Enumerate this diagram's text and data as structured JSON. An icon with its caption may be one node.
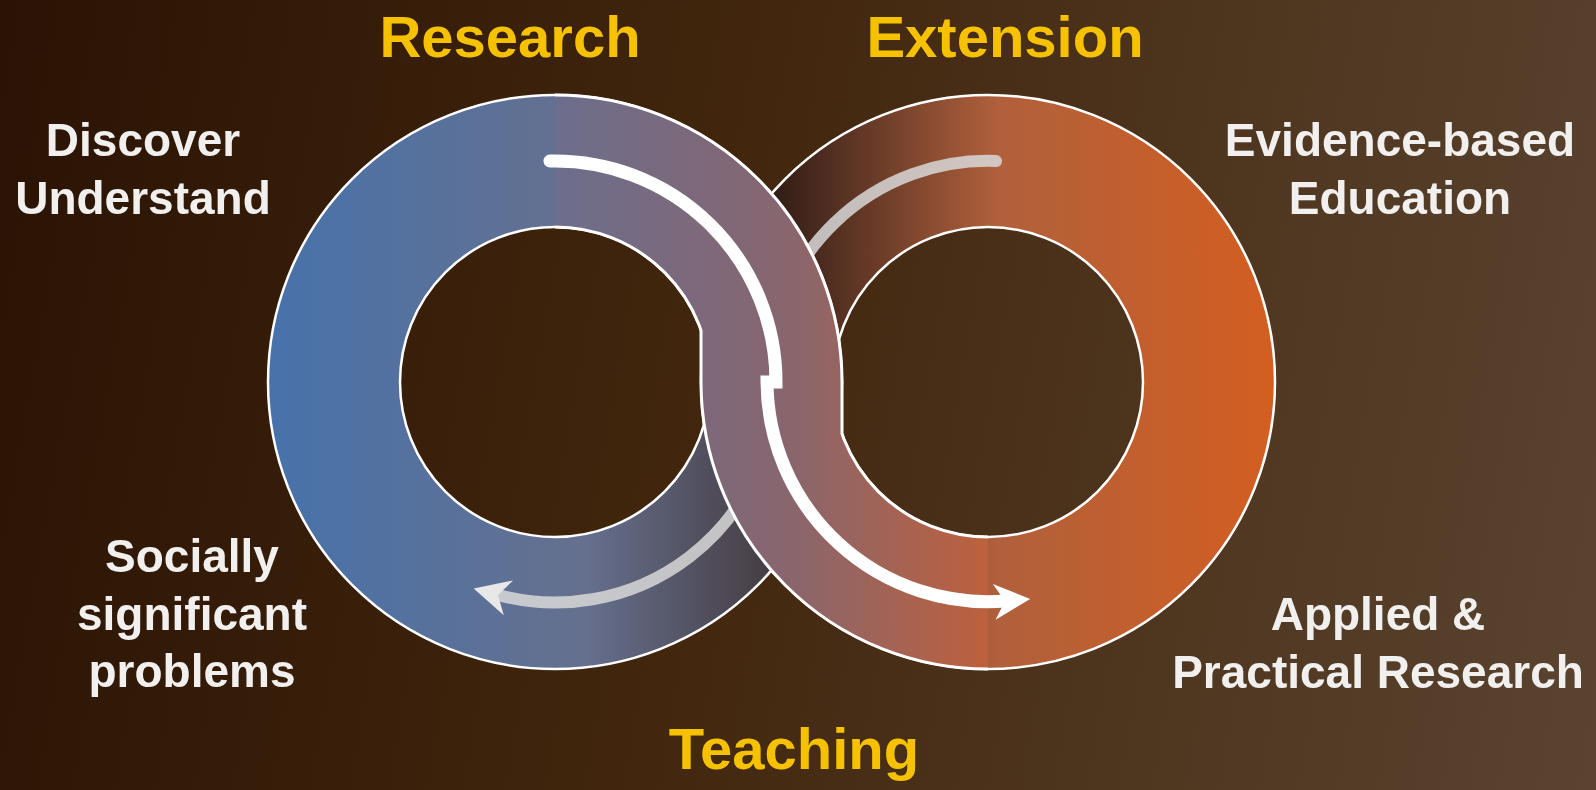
{
  "diagram": {
    "labels": [
      "Research",
      "Extension",
      "Discover Understand",
      "Evidence-based Education",
      "Socially significant problems",
      "Applied & Practical Research",
      "Teaching"
    ]
  }
}
